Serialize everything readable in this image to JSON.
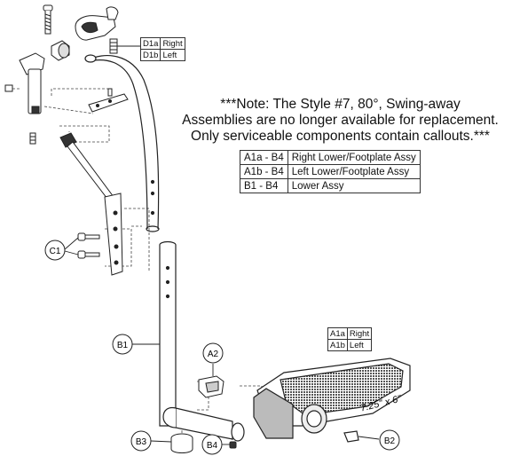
{
  "note": {
    "line1": "***Note: The Style #7, 80°, Swing-away",
    "line2": "Assemblies are no longer available for replacement.",
    "line3": "Only serviceable components contain callouts.***"
  },
  "assembly_table": [
    {
      "code": "A1a - B4",
      "desc": "Right Lower/Footplate Assy"
    },
    {
      "code": "A1b - B4",
      "desc": "Left Lower/Footplate Assy"
    },
    {
      "code": "B1 - B4",
      "desc": "Lower Assy"
    }
  ],
  "d1_table": [
    {
      "code": "D1a",
      "side": "Right"
    },
    {
      "code": "D1b",
      "side": "Left"
    }
  ],
  "a1_table": [
    {
      "code": "A1a",
      "side": "Right"
    },
    {
      "code": "A1b",
      "side": "Left"
    }
  ],
  "callouts": {
    "c1": "C1",
    "b1": "B1",
    "a2": "A2",
    "b3": "B3",
    "b4": "B4",
    "b2": "B2"
  },
  "footplate_size": "7.25\" x 6\""
}
